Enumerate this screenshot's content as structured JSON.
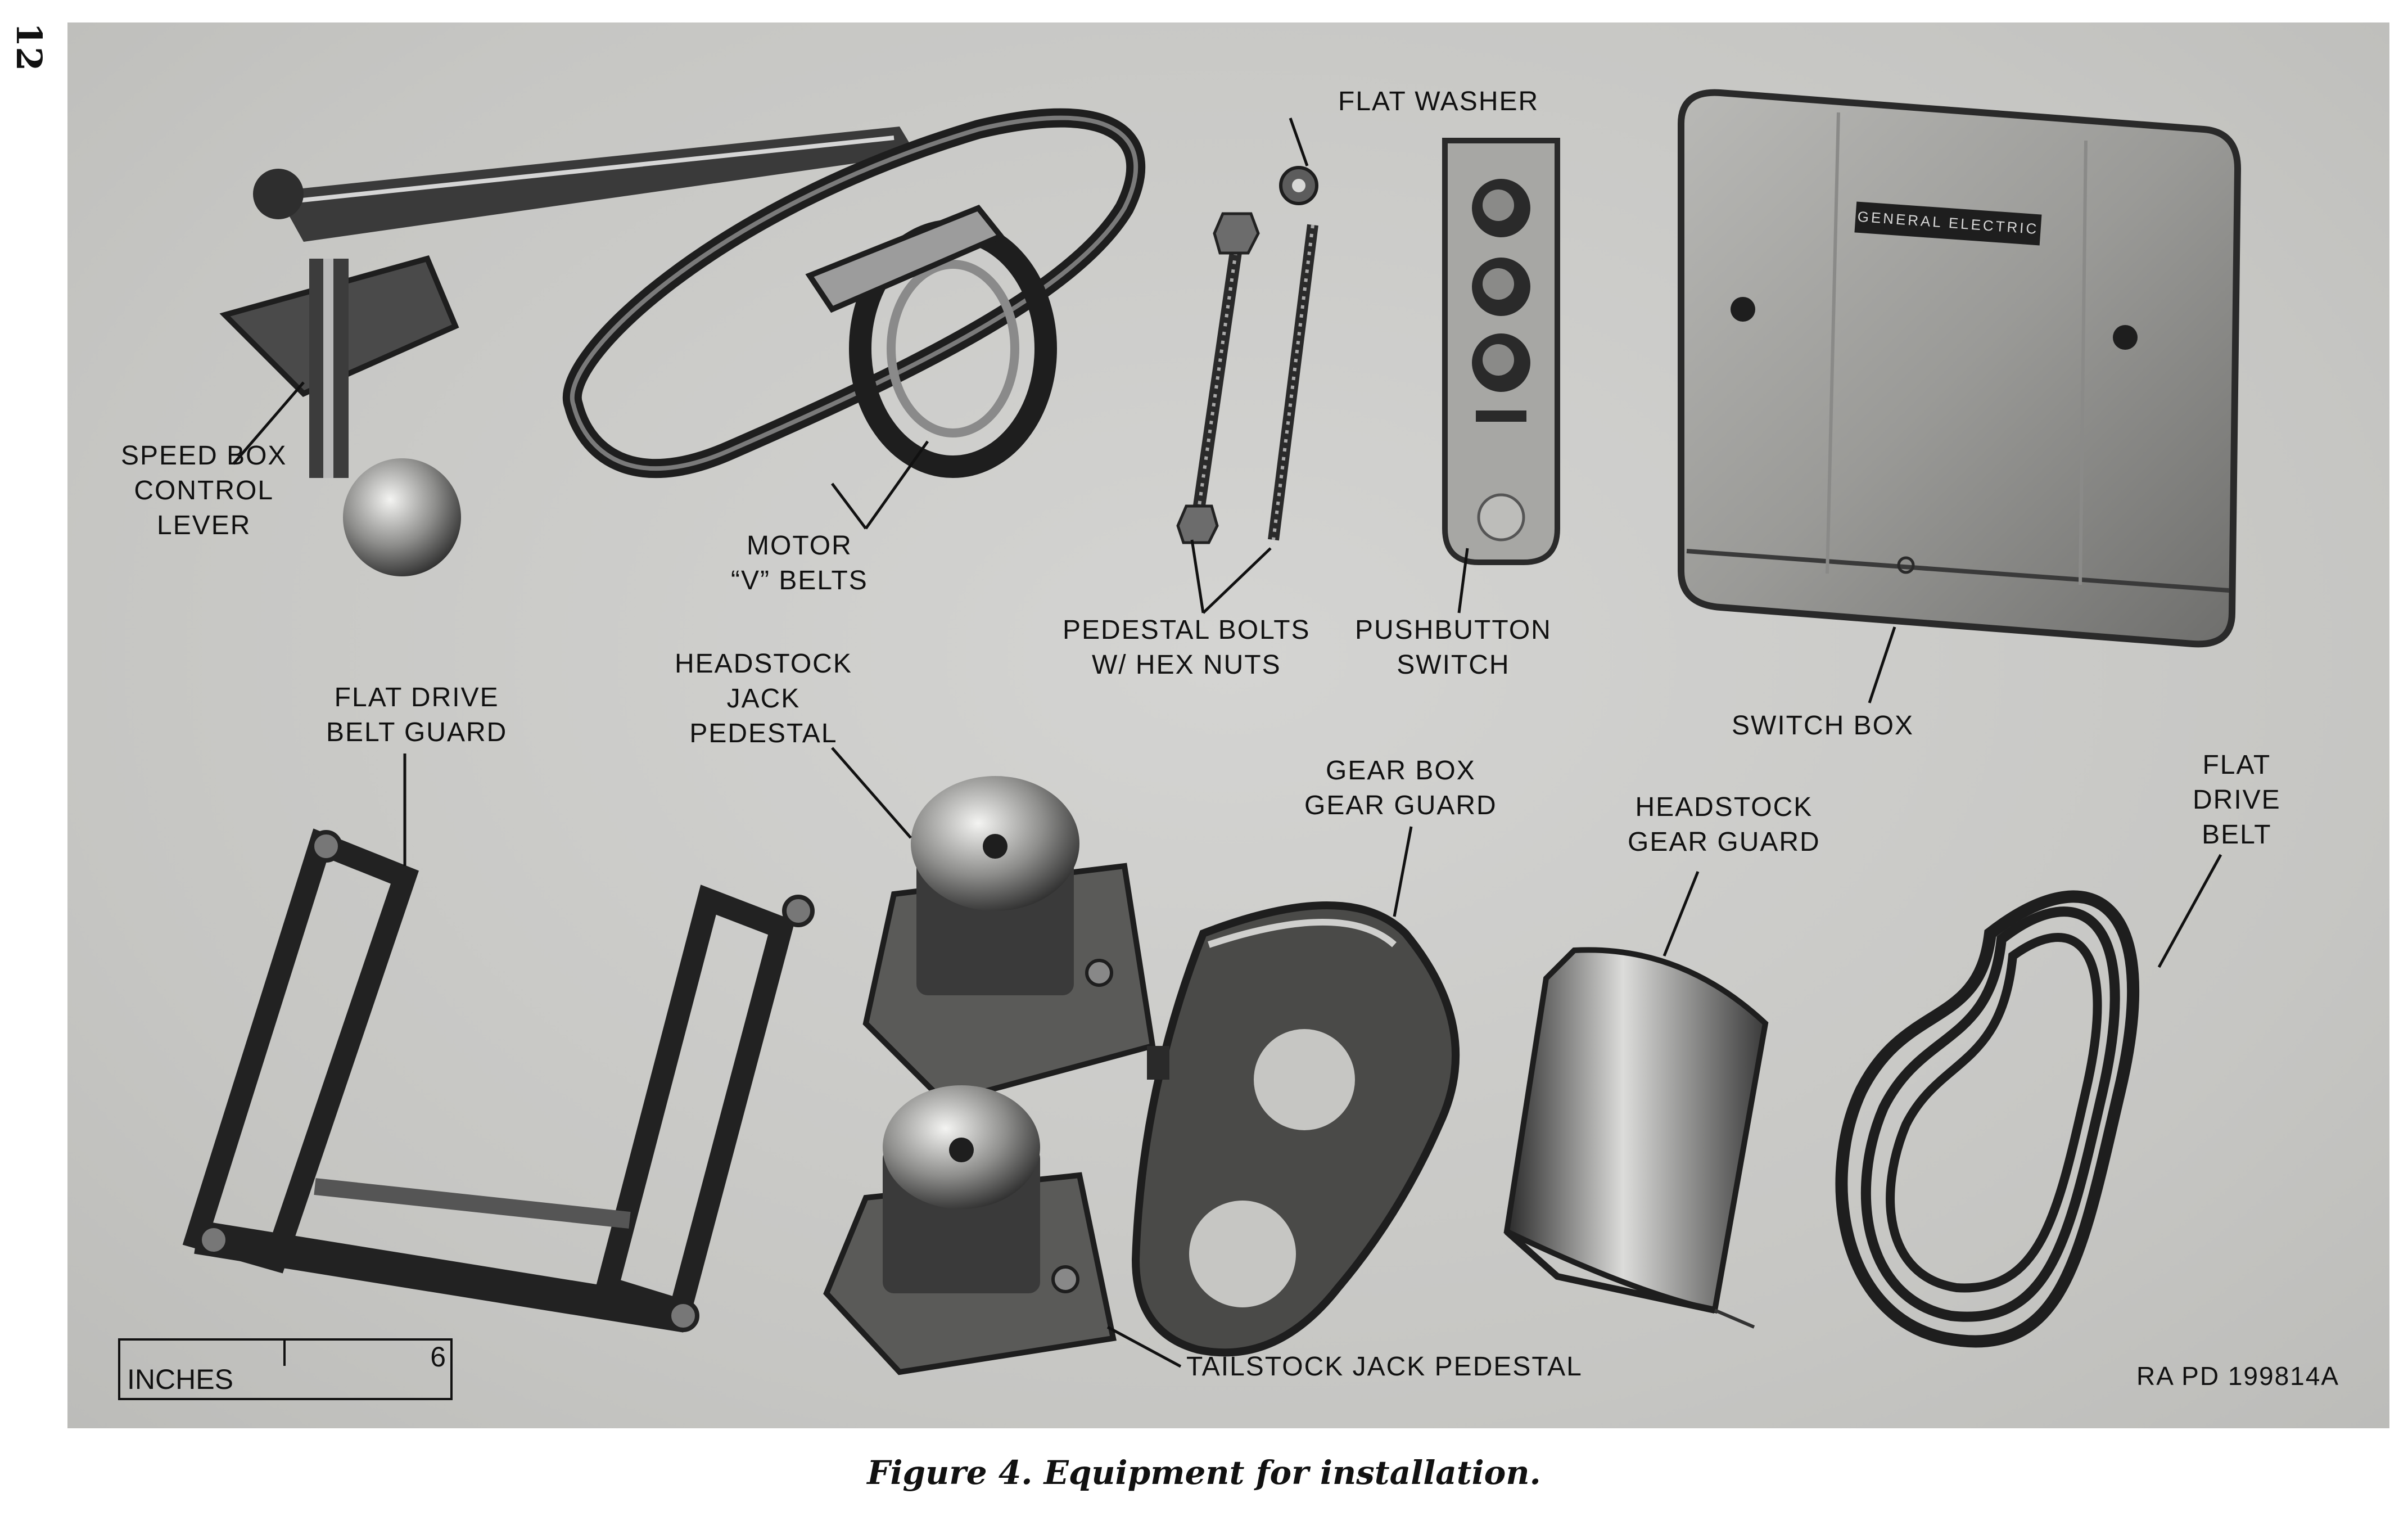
{
  "page_number": "12",
  "labels": {
    "speed_box_control_lever": [
      "SPEED BOX",
      "CONTROL",
      "LEVER"
    ],
    "motor_v_belts": [
      "MOTOR",
      "“V” BELTS"
    ],
    "flat_washer": "FLAT WASHER",
    "pedestal_bolts": [
      "PEDESTAL BOLTS",
      "W/ HEX NUTS"
    ],
    "pushbutton_switch": [
      "PUSHBUTTON",
      "SWITCH"
    ],
    "switch_box": "SWITCH BOX",
    "flat_drive_belt_guard": [
      "FLAT DRIVE",
      "BELT GUARD"
    ],
    "headstock_jack_pedestal": [
      "HEADSTOCK",
      "JACK",
      "PEDESTAL"
    ],
    "gear_box_gear_guard": [
      "GEAR BOX",
      "GEAR GUARD"
    ],
    "headstock_gear_guard": [
      "HEADSTOCK",
      "GEAR GUARD"
    ],
    "flat_drive_belt": [
      "FLAT",
      "DRIVE",
      "BELT"
    ],
    "tailstock_jack_pedestal": "TAILSTOCK JACK PEDESTAL"
  },
  "scale": {
    "label": "INCHES",
    "value": "6"
  },
  "nameplate": "GENERAL ELECTRIC",
  "reference_code": "RA PD 199814A",
  "caption": "Figure 4.  Equipment for installation."
}
